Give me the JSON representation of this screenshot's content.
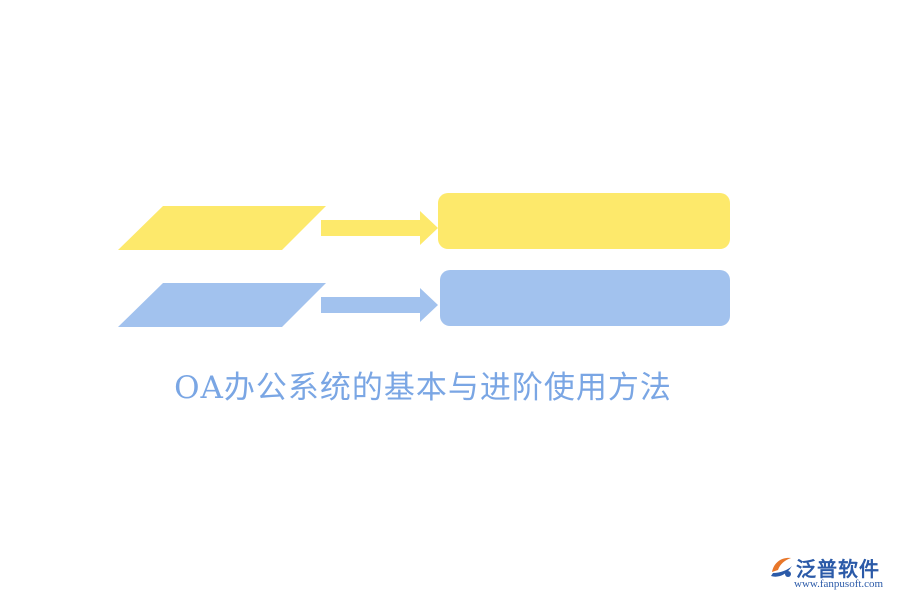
{
  "diagram": {
    "title": "OA办公系统的基本与进阶使用方法",
    "rows": [
      {
        "color": "#fde96b"
      },
      {
        "color": "#a2c2ee"
      }
    ]
  },
  "brand": {
    "name": "泛普软件",
    "url": "www.fanpusoft.com",
    "icon": "fanpu-logo-icon",
    "colors": {
      "primary": "#2b5aa8",
      "accent": "#e8772a"
    }
  }
}
